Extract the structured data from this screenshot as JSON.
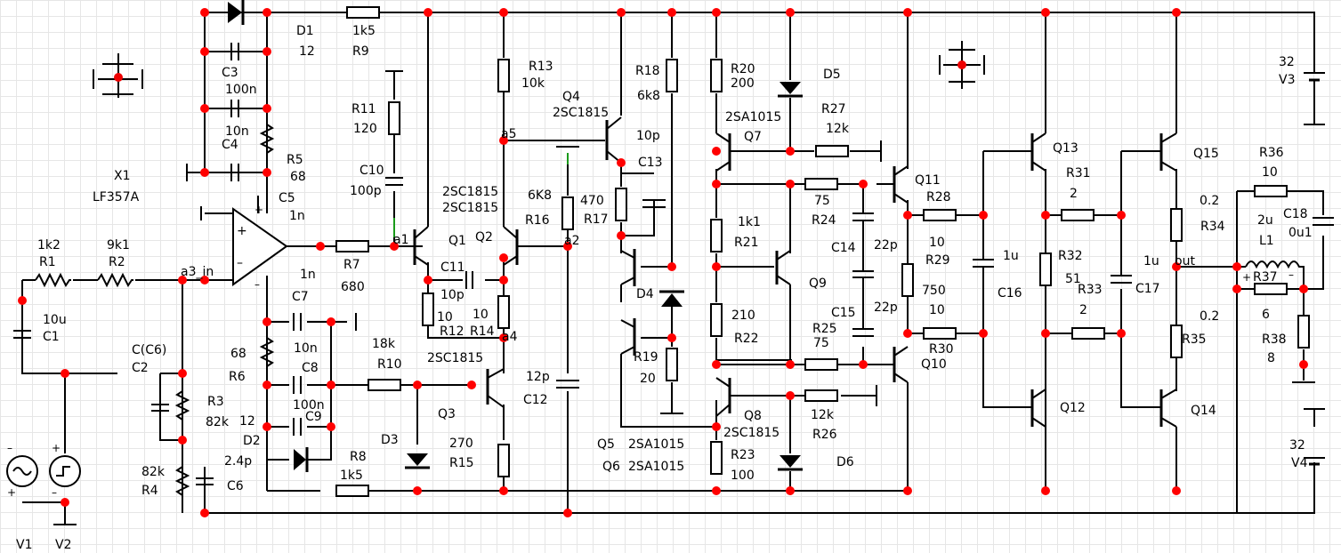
{
  "labels": [
    {
      "id": "D1",
      "t": "D1"
    },
    {
      "id": "v12",
      "t": "12"
    },
    {
      "id": "v1k5a",
      "t": "1k5"
    },
    {
      "id": "R9",
      "t": "R9"
    },
    {
      "id": "C3",
      "t": "C3"
    },
    {
      "id": "v100n",
      "t": "100n"
    },
    {
      "id": "v10n",
      "t": "10n"
    },
    {
      "id": "C4",
      "t": "C4"
    },
    {
      "id": "R5",
      "t": "R5"
    },
    {
      "id": "v68",
      "t": "68"
    },
    {
      "id": "C5",
      "t": "C5"
    },
    {
      "id": "v1n",
      "t": "1n"
    },
    {
      "id": "X1",
      "t": "X1"
    },
    {
      "id": "LF357A",
      "t": "LF357A"
    },
    {
      "id": "v1k2",
      "t": "1k2"
    },
    {
      "id": "R1",
      "t": "R1"
    },
    {
      "id": "v9k1",
      "t": "9k1"
    },
    {
      "id": "R2",
      "t": "R2"
    },
    {
      "id": "a3in",
      "t": "a3_in"
    },
    {
      "id": "v10u",
      "t": "10u"
    },
    {
      "id": "C1",
      "t": "C1"
    },
    {
      "id": "CC6",
      "t": "C(C6)"
    },
    {
      "id": "C2",
      "t": "C2"
    },
    {
      "id": "R3",
      "t": "R3"
    },
    {
      "id": "v82k",
      "t": "82k"
    },
    {
      "id": "v82k2",
      "t": "82k"
    },
    {
      "id": "R4",
      "t": "R4"
    },
    {
      "id": "C6",
      "t": "C6"
    },
    {
      "id": "V1",
      "t": "V1"
    },
    {
      "id": "V2",
      "t": "V2"
    },
    {
      "id": "R11",
      "t": "R11"
    },
    {
      "id": "v120",
      "t": "120"
    },
    {
      "id": "C10",
      "t": "C10"
    },
    {
      "id": "v100p",
      "t": "100p"
    },
    {
      "id": "v1n2",
      "t": "1n"
    },
    {
      "id": "R7",
      "t": "R7"
    },
    {
      "id": "v680",
      "t": "680"
    },
    {
      "id": "a1",
      "t": "a1"
    },
    {
      "id": "C7",
      "t": "C7"
    },
    {
      "id": "v68b",
      "t": "68"
    },
    {
      "id": "R6",
      "t": "R6"
    },
    {
      "id": "v10n2",
      "t": "10n"
    },
    {
      "id": "C8",
      "t": "C8"
    },
    {
      "id": "v100n2",
      "t": "100n"
    },
    {
      "id": "C9",
      "t": "C9"
    },
    {
      "id": "v12b",
      "t": "12"
    },
    {
      "id": "D2",
      "t": "D2"
    },
    {
      "id": "v2p4",
      "t": "2.4p"
    },
    {
      "id": "v18k",
      "t": "18k"
    },
    {
      "id": "R10",
      "t": "R10"
    },
    {
      "id": "R8",
      "t": "R8"
    },
    {
      "id": "v1k5b",
      "t": "1k5"
    },
    {
      "id": "D3",
      "t": "D3"
    },
    {
      "id": "Q3",
      "t": "Q3"
    },
    {
      "id": "v270",
      "t": "270"
    },
    {
      "id": "R15",
      "t": "R15"
    },
    {
      "id": "t2SC1815c",
      "t": "2SC1815"
    },
    {
      "id": "Q1",
      "t": "Q1"
    },
    {
      "id": "Q2",
      "t": "Q2"
    },
    {
      "id": "C11",
      "t": "C11"
    },
    {
      "id": "v10p2",
      "t": "10p"
    },
    {
      "id": "v10a",
      "t": "10"
    },
    {
      "id": "R12",
      "t": "R12"
    },
    {
      "id": "v10b",
      "t": "10"
    },
    {
      "id": "R14",
      "t": "R14"
    },
    {
      "id": "a4",
      "t": "a4"
    },
    {
      "id": "t2SC1815a",
      "t": "2SC1815"
    },
    {
      "id": "t2SC1815b",
      "t": "2SC1815"
    },
    {
      "id": "R13",
      "t": "R13"
    },
    {
      "id": "v10k",
      "t": "10k"
    },
    {
      "id": "a5",
      "t": "a5"
    },
    {
      "id": "Q4",
      "t": "Q4"
    },
    {
      "id": "t2SC1815d",
      "t": "2SC1815"
    },
    {
      "id": "v6K8",
      "t": "6K8"
    },
    {
      "id": "R16",
      "t": "R16"
    },
    {
      "id": "a2",
      "t": "a2"
    },
    {
      "id": "v470",
      "t": "470"
    },
    {
      "id": "R17",
      "t": "R17"
    },
    {
      "id": "v10p",
      "t": "10p"
    },
    {
      "id": "C13",
      "t": "C13"
    },
    {
      "id": "v12p",
      "t": "12p"
    },
    {
      "id": "C12",
      "t": "C12"
    },
    {
      "id": "R18",
      "t": "R18"
    },
    {
      "id": "v6k8",
      "t": "6k8"
    },
    {
      "id": "D4",
      "t": "D4"
    },
    {
      "id": "R19",
      "t": "R19"
    },
    {
      "id": "v20",
      "t": "20"
    },
    {
      "id": "Q5",
      "t": "Q5"
    },
    {
      "id": "Q6",
      "t": "Q6"
    },
    {
      "id": "t2SA1015a",
      "t": "2SA1015"
    },
    {
      "id": "t2SA1015b",
      "t": "2SA1015"
    },
    {
      "id": "R20",
      "t": "R20"
    },
    {
      "id": "v200",
      "t": "200"
    },
    {
      "id": "t2SA1015c",
      "t": "2SA1015"
    },
    {
      "id": "Q7",
      "t": "Q7"
    },
    {
      "id": "D5",
      "t": "D5"
    },
    {
      "id": "R27",
      "t": "R27"
    },
    {
      "id": "v12k",
      "t": "12k"
    },
    {
      "id": "v1k1",
      "t": "1k1"
    },
    {
      "id": "R21",
      "t": "R21"
    },
    {
      "id": "v75",
      "t": "75"
    },
    {
      "id": "R24",
      "t": "R24"
    },
    {
      "id": "C14",
      "t": "C14"
    },
    {
      "id": "v22p",
      "t": "22p"
    },
    {
      "id": "Q9",
      "t": "Q9"
    },
    {
      "id": "v210",
      "t": "210"
    },
    {
      "id": "R22",
      "t": "R22"
    },
    {
      "id": "C15",
      "t": "C15"
    },
    {
      "id": "v22p2",
      "t": "22p"
    },
    {
      "id": "R25",
      "t": "R25"
    },
    {
      "id": "v75b",
      "t": "75"
    },
    {
      "id": "Q8",
      "t": "Q8"
    },
    {
      "id": "t2SC1815e",
      "t": "2SC1815"
    },
    {
      "id": "v12k2",
      "t": "12k"
    },
    {
      "id": "R26",
      "t": "R26"
    },
    {
      "id": "R23",
      "t": "R23"
    },
    {
      "id": "v100",
      "t": "100"
    },
    {
      "id": "D6",
      "t": "D6"
    },
    {
      "id": "Q11",
      "t": "Q11"
    },
    {
      "id": "R28",
      "t": "R28"
    },
    {
      "id": "v10c",
      "t": "10"
    },
    {
      "id": "R29",
      "t": "R29"
    },
    {
      "id": "v750",
      "t": "750"
    },
    {
      "id": "v10d",
      "t": "10"
    },
    {
      "id": "R30",
      "t": "R30"
    },
    {
      "id": "Q10",
      "t": "Q10"
    },
    {
      "id": "v1u",
      "t": "1u"
    },
    {
      "id": "C16",
      "t": "C16"
    },
    {
      "id": "Q13",
      "t": "Q13"
    },
    {
      "id": "R31",
      "t": "R31"
    },
    {
      "id": "v2",
      "t": "2"
    },
    {
      "id": "R32",
      "t": "R32"
    },
    {
      "id": "v51",
      "t": "51"
    },
    {
      "id": "R33",
      "t": "R33"
    },
    {
      "id": "v2b",
      "t": "2"
    },
    {
      "id": "Q12",
      "t": "Q12"
    },
    {
      "id": "v1u2",
      "t": "1u"
    },
    {
      "id": "C17",
      "t": "C17"
    },
    {
      "id": "Q15",
      "t": "Q15"
    },
    {
      "id": "R36",
      "t": "R36"
    },
    {
      "id": "v10e",
      "t": "10"
    },
    {
      "id": "v0p2",
      "t": "0.2"
    },
    {
      "id": "R34",
      "t": "R34"
    },
    {
      "id": "v2u",
      "t": "2u"
    },
    {
      "id": "L1",
      "t": "L1"
    },
    {
      "id": "C18",
      "t": "C18"
    },
    {
      "id": "v0u1",
      "t": "0u1"
    },
    {
      "id": "out",
      "t": "out"
    },
    {
      "id": "R37",
      "t": "R37"
    },
    {
      "id": "v6",
      "t": "6"
    },
    {
      "id": "R38",
      "t": "R38"
    },
    {
      "id": "v8",
      "t": "8"
    },
    {
      "id": "v0p2b",
      "t": "0.2"
    },
    {
      "id": "R35",
      "t": "R35"
    },
    {
      "id": "Q14",
      "t": "Q14"
    },
    {
      "id": "v32",
      "t": "32"
    },
    {
      "id": "V3",
      "t": "V3"
    },
    {
      "id": "v32b",
      "t": "32"
    },
    {
      "id": "V4",
      "t": "V4"
    }
  ]
}
